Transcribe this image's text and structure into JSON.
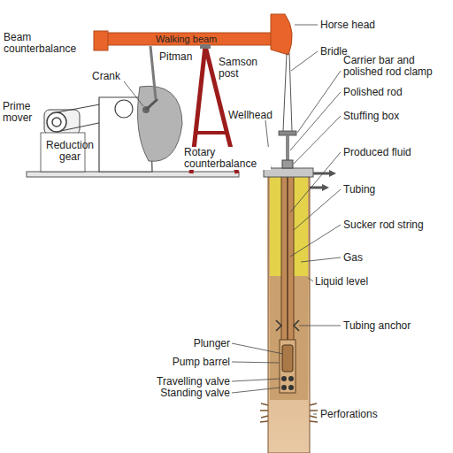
{
  "diagram": {
    "labels": [
      "Horse head",
      "Walking beam",
      "Beam counterbalance",
      "Bridle",
      "Pitman",
      "Samson post",
      "Carrier bar and polished rod clamp",
      "Crank",
      "Polished rod",
      "Prime mover",
      "Wellhead",
      "Stuffing box",
      "Reduction gear",
      "Rotary counterbalance",
      "Produced fluid",
      "Tubing",
      "Sucker rod string",
      "Gas",
      "Liquid level",
      "Tubing anchor",
      "Plunger",
      "Pump barrel",
      "Travelling valve",
      "Standing valve",
      "Perforations"
    ]
  }
}
